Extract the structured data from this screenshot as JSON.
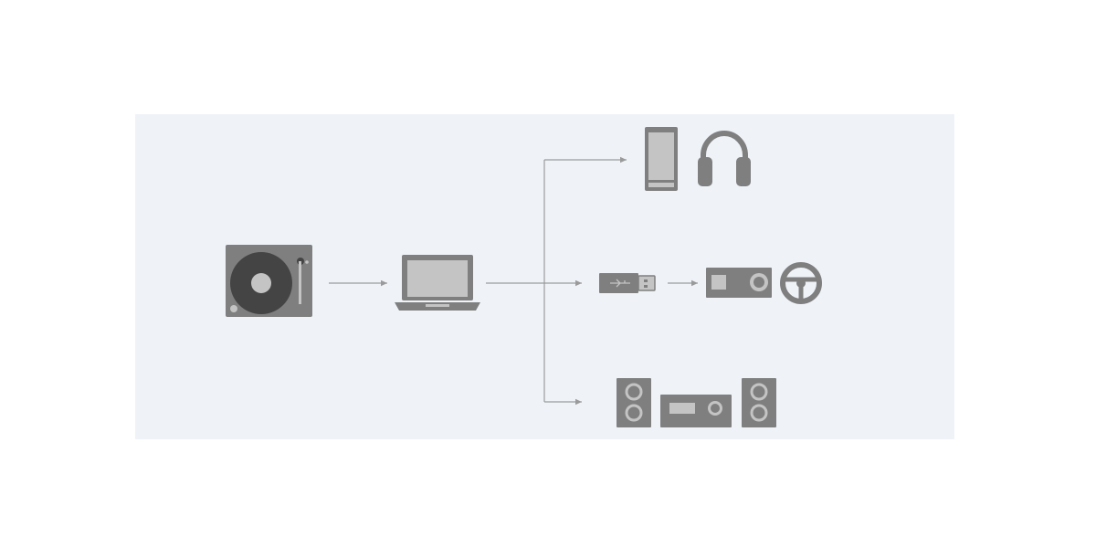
{
  "diagram": {
    "nodes": [
      {
        "id": "turntable",
        "icon": "turntable-icon"
      },
      {
        "id": "laptop",
        "icon": "laptop-icon"
      },
      {
        "id": "smartphone",
        "icon": "smartphone-icon"
      },
      {
        "id": "headphones",
        "icon": "headphones-icon"
      },
      {
        "id": "usb-drive",
        "icon": "usb-drive-icon"
      },
      {
        "id": "car-stereo",
        "icon": "car-stereo-icon"
      },
      {
        "id": "steering-wheel",
        "icon": "steering-wheel-icon"
      },
      {
        "id": "left-speaker",
        "icon": "speaker-icon"
      },
      {
        "id": "av-receiver",
        "icon": "receiver-icon"
      },
      {
        "id": "right-speaker",
        "icon": "speaker-icon"
      }
    ],
    "edges": [
      {
        "from": "turntable",
        "to": "laptop"
      },
      {
        "from": "laptop",
        "to": "smartphone"
      },
      {
        "from": "laptop",
        "to": "usb-drive"
      },
      {
        "from": "usb-drive",
        "to": "car-stereo"
      },
      {
        "from": "laptop",
        "to": "av-receiver"
      }
    ],
    "colors": {
      "panel_background": "#eff3f8",
      "icon_fill": "#7f7f7f",
      "icon_dark": "#444444",
      "icon_light": "#c4c4c4",
      "arrow": "#9a9a9a"
    }
  }
}
